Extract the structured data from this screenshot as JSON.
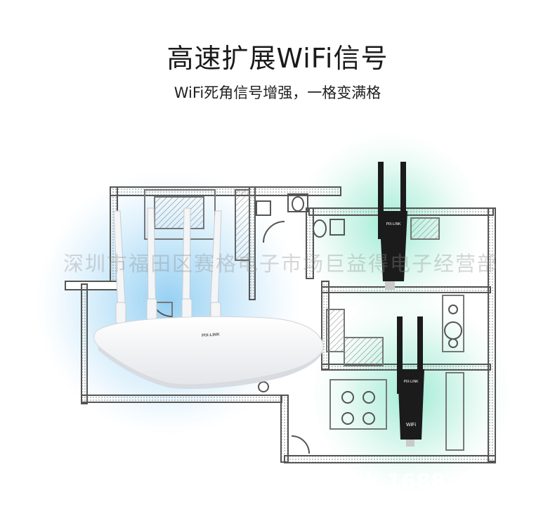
{
  "header": {
    "title": "高速扩展WiFi信号",
    "subtitle": "WiFi死角信号增强，一格变满格"
  },
  "router": {
    "brand": "PIX-LINK"
  },
  "extenders": [
    {
      "brand": "PIX-LINK"
    },
    {
      "brand": "PIX-LINK",
      "label": "WiFi"
    }
  ],
  "watermark": {
    "text": "深圳市福田区赛格电子市场巨益得电子经营部",
    "text2": "k 1688"
  },
  "colors": {
    "router_signal": "#3fa9e8",
    "extender_signal": "#3fd6a6",
    "wall": "#555555",
    "extender_body": "#1b1b1b"
  }
}
